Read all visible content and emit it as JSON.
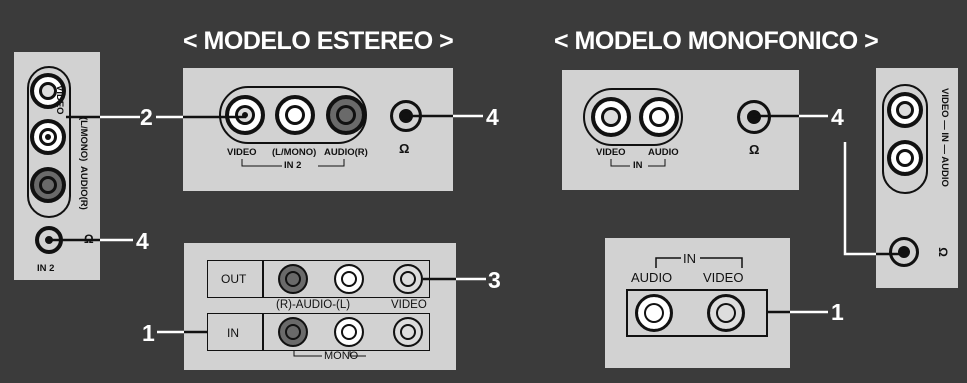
{
  "headings": {
    "stereo": "< MODELO ESTEREO >",
    "mono": "< MODELO MONOFONICO >"
  },
  "callouts": [
    "1",
    "2",
    "3",
    "4"
  ],
  "side_panel": {
    "video": "VIDEO",
    "lmono": "(L/MONO)",
    "audio_r": "AUDIO(R)",
    "in2": "IN 2"
  },
  "stereo_panel": {
    "video": "VIDEO",
    "lmono": "(L/MONO)",
    "audio_r": "AUDIO(R)",
    "in2": "IN 2"
  },
  "av_panel": {
    "out": "OUT",
    "in": "IN",
    "audio_rl": "(R)-AUDIO-(L)",
    "video": "VIDEO",
    "mono": "MONO"
  },
  "mono_panel": {
    "video": "VIDEO",
    "audio": "AUDIO",
    "in": "IN"
  },
  "mono_side": {
    "label": "VIDEO — IN — AUDIO"
  },
  "mono_in_panel": {
    "in": "IN",
    "audio": "AUDIO",
    "video": "VIDEO"
  },
  "icons": {
    "headphone": "headphone-icon"
  },
  "colors": {
    "background": "#3b3b3b",
    "panel": "#d2d2d2",
    "red_jack": "#6a6a6a",
    "white_jack": "#ffffff"
  }
}
